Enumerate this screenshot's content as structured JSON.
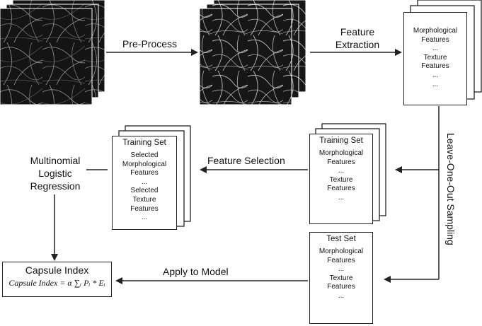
{
  "steps": {
    "preprocess": "Pre-Process",
    "feature_extraction_l1": "Feature",
    "feature_extraction_l2": "Extraction",
    "loo_sampling": "Leave-One-Out Sampling",
    "feature_selection": "Feature Selection",
    "mlr_l1": "Multinomial",
    "mlr_l2": "Logistic",
    "mlr_l3": "Regression",
    "apply_model": "Apply to Model"
  },
  "feature_card": {
    "line1": "Morphological",
    "line2": "Features",
    "line3": "...",
    "line4": "Texture",
    "line5": "Features",
    "line6": "...",
    "line7": "..."
  },
  "training_set_right": {
    "title": "Training Set",
    "line1": "Morphological",
    "line2": "Features",
    "line3": "...",
    "line4": "Texture",
    "line5": "Features",
    "line6": "..."
  },
  "training_set_left": {
    "title": "Training Set",
    "line1": "Selected",
    "line2": "Morphological",
    "line3": "Features",
    "line4": "...",
    "line5": "Selected",
    "line6": "Texture",
    "line7": "Features",
    "line8": "..."
  },
  "test_set": {
    "title": "Test Set",
    "line1": "Morphological",
    "line2": "Features",
    "line3": "...",
    "line4": "Texture",
    "line5": "Features",
    "line6": "..."
  },
  "capsule": {
    "title": "Capsule Index",
    "formula": "Capsule Index = α ∑ᵢ Pᵢ * Eᵢ"
  }
}
